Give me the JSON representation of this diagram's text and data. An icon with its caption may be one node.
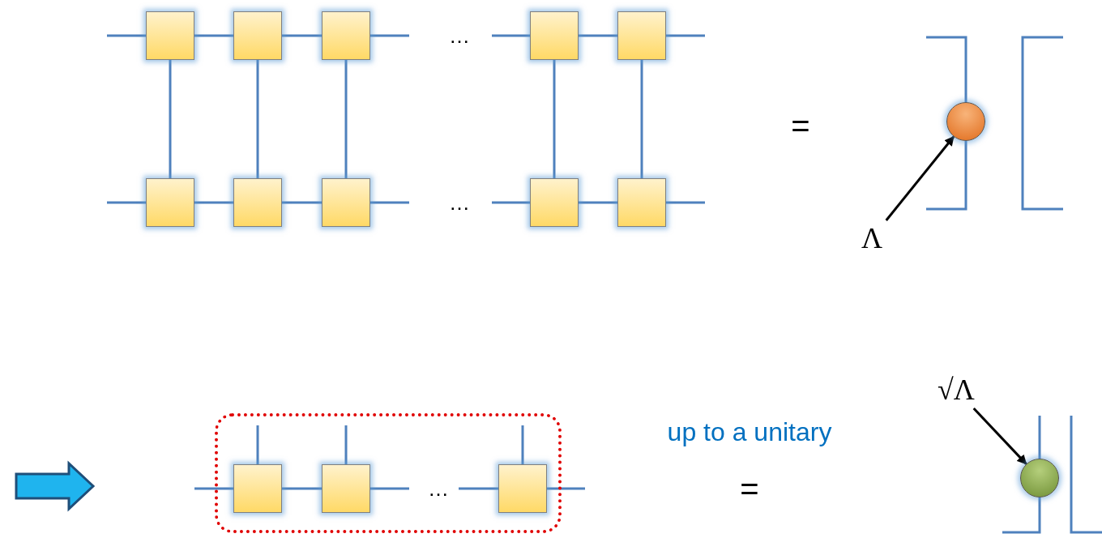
{
  "diagram": {
    "nodes": [
      {
        "text": [],
        "shape": "box"
      },
      {
        "text": [],
        "shape": "box"
      },
      {
        "text": [],
        "shape": "box"
      },
      {
        "text": [],
        "shape": "box"
      },
      {
        "text": [],
        "shape": "box"
      },
      {
        "text": [],
        "shape": "box"
      },
      {
        "text": [],
        "shape": "box"
      },
      {
        "text": [],
        "shape": "box"
      },
      {
        "text": [],
        "shape": "box"
      },
      {
        "text": [],
        "shape": "box"
      },
      {
        "text": [],
        "shape": "circle"
      },
      {
        "text": [
          "Λ"
        ]
      },
      {
        "text": [
          "√Λ"
        ]
      },
      {
        "text": [],
        "shape": "box"
      },
      {
        "text": [],
        "shape": "box",
        "in": 13
      },
      {
        "text": [],
        "shape": "box",
        "in": 13
      },
      {
        "text": [],
        "shape": "box",
        "in": 13
      },
      {
        "text": [],
        "shape": "circle"
      }
    ],
    "edges": [
      {
        "from": null,
        "to": 0,
        "arrow": "none"
      },
      {
        "from": 0,
        "to": 1,
        "arrow": "none"
      },
      {
        "from": 1,
        "to": 2,
        "arrow": "none"
      },
      {
        "from": 2,
        "to": null,
        "arrow": "none"
      },
      {
        "from": null,
        "to": 3,
        "arrow": "none"
      },
      {
        "from": 3,
        "to": 4,
        "arrow": "none"
      },
      {
        "from": 4,
        "to": null,
        "arrow": "none"
      },
      {
        "from": null,
        "to": 5,
        "arrow": "none"
      },
      {
        "from": 5,
        "to": 6,
        "arrow": "none"
      },
      {
        "from": 6,
        "to": 7,
        "arrow": "none"
      },
      {
        "from": 7,
        "to": null,
        "arrow": "none"
      },
      {
        "from": null,
        "to": 8,
        "arrow": "none"
      },
      {
        "from": 8,
        "to": 9,
        "arrow": "none"
      },
      {
        "from": 9,
        "to": null,
        "arrow": "none"
      },
      {
        "from": 0,
        "to": 5,
        "arrow": "none"
      },
      {
        "from": 1,
        "to": 6,
        "arrow": "none"
      },
      {
        "from": 2,
        "to": 7,
        "arrow": "none"
      },
      {
        "from": 3,
        "to": 8,
        "arrow": "none"
      },
      {
        "from": 4,
        "to": 9,
        "arrow": "none"
      },
      {
        "from": 10,
        "to": null,
        "arrow": "none"
      },
      {
        "from": 10,
        "to": null,
        "arrow": "none"
      },
      {
        "from": 11,
        "to": 10,
        "arrow": "to",
        "color": "#000000"
      },
      {
        "from": 12,
        "to": 17,
        "arrow": "to",
        "color": "#000000"
      },
      {
        "from": null,
        "to": 14,
        "arrow": "none"
      },
      {
        "from": 14,
        "to": 15,
        "arrow": "none"
      },
      {
        "from": 15,
        "to": null,
        "arrow": "none"
      },
      {
        "from": null,
        "to": 16,
        "arrow": "none"
      },
      {
        "from": 16,
        "to": null,
        "arrow": "none"
      },
      {
        "from": 14,
        "to": null,
        "arrow": "none"
      },
      {
        "from": 15,
        "to": null,
        "arrow": "none"
      },
      {
        "from": 16,
        "to": null,
        "arrow": "none"
      },
      {
        "from": 17,
        "to": null,
        "arrow": "none"
      },
      {
        "from": 17,
        "to": null,
        "arrow": "none"
      }
    ],
    "labels": [
      "…",
      "=",
      "…",
      "up to a unitary",
      "…",
      "="
    ]
  }
}
